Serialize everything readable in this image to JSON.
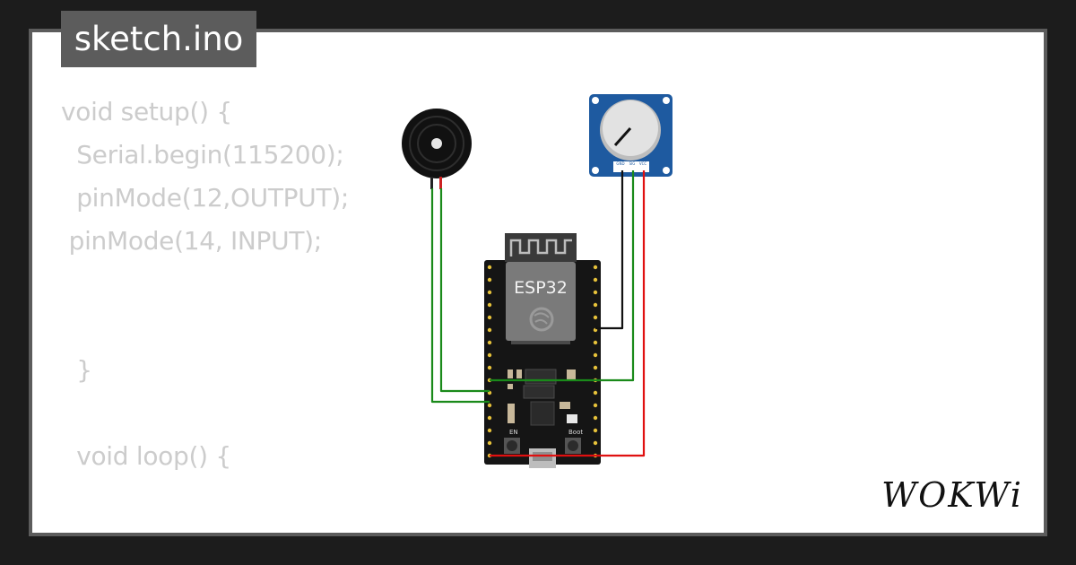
{
  "tab": {
    "title": "sketch.ino"
  },
  "code": {
    "lines": [
      "void setup() {",
      "  Serial.begin(115200);",
      "  pinMode(12,OUTPUT);",
      " pinMode(14, INPUT);",
      "  }",
      "  void loop() {"
    ]
  },
  "board": {
    "label": "ESP32",
    "boot_label": "Boot",
    "en_label": "EN"
  },
  "potentiometer": {
    "pins": [
      "GND",
      "SIG",
      "VCC"
    ]
  },
  "brand": {
    "name": "WOKWi"
  },
  "colors": {
    "background": "#1c1c1c",
    "frame": "#5c5c5c",
    "canvas": "#ffffff",
    "code_text": "#cccccc",
    "wire_green": "#1a8a1a",
    "wire_red": "#e01010",
    "wire_black": "#111111",
    "pot_board": "#1e5aa0"
  }
}
